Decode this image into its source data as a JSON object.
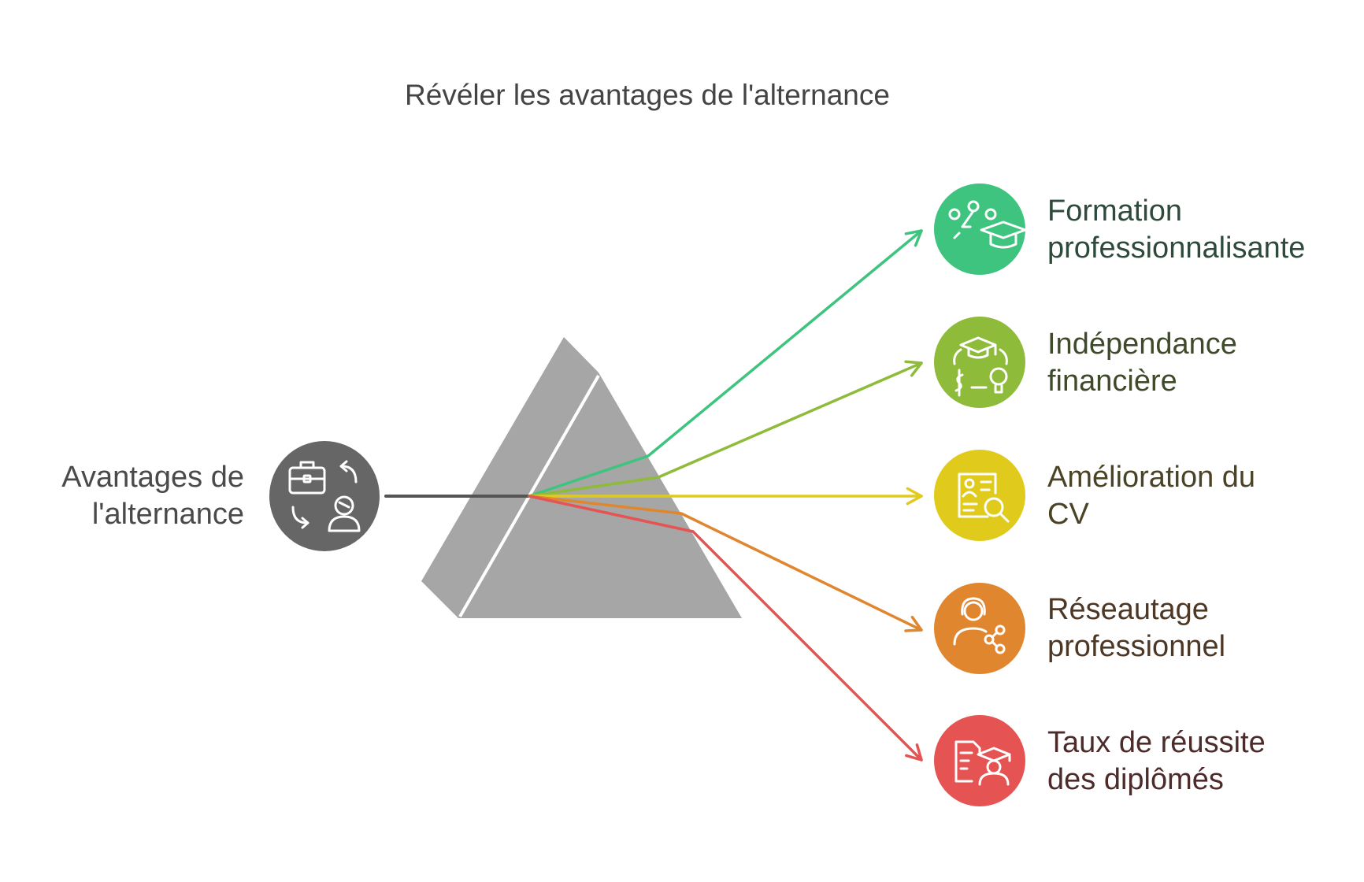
{
  "title": "Révéler les avantages de l'alternance",
  "source": {
    "label_lines": [
      "Avantages de",
      "l'alternance"
    ],
    "color": "#666666",
    "icon": "briefcase-exchange-person-icon"
  },
  "prism": {
    "color": "#a6a6a6",
    "edge_color": "#ffffff"
  },
  "outputs": [
    {
      "id": "formation",
      "label_lines": [
        "Formation",
        "professionnalisante"
      ],
      "color": "#3ec47e",
      "text_color": "#2e4a3b",
      "icon": "graduation-cap-network-icon"
    },
    {
      "id": "independance",
      "label_lines": [
        "Indépendance",
        "financière"
      ],
      "color": "#8ebb3a",
      "text_color": "#3f4a2a",
      "icon": "cap-money-lightbulb-icon"
    },
    {
      "id": "cv",
      "label_lines": [
        "Amélioration du",
        "CV"
      ],
      "color": "#e0cb1d",
      "text_color": "#4a4326",
      "icon": "resume-search-icon"
    },
    {
      "id": "reseautage",
      "label_lines": [
        "Réseautage",
        "professionnel"
      ],
      "color": "#e0862f",
      "text_color": "#4d3826",
      "icon": "person-network-icon"
    },
    {
      "id": "reussite",
      "label_lines": [
        "Taux de réussite",
        "des diplômés"
      ],
      "color": "#e55453",
      "text_color": "#4d2b2b",
      "icon": "document-graduate-icon"
    }
  ]
}
